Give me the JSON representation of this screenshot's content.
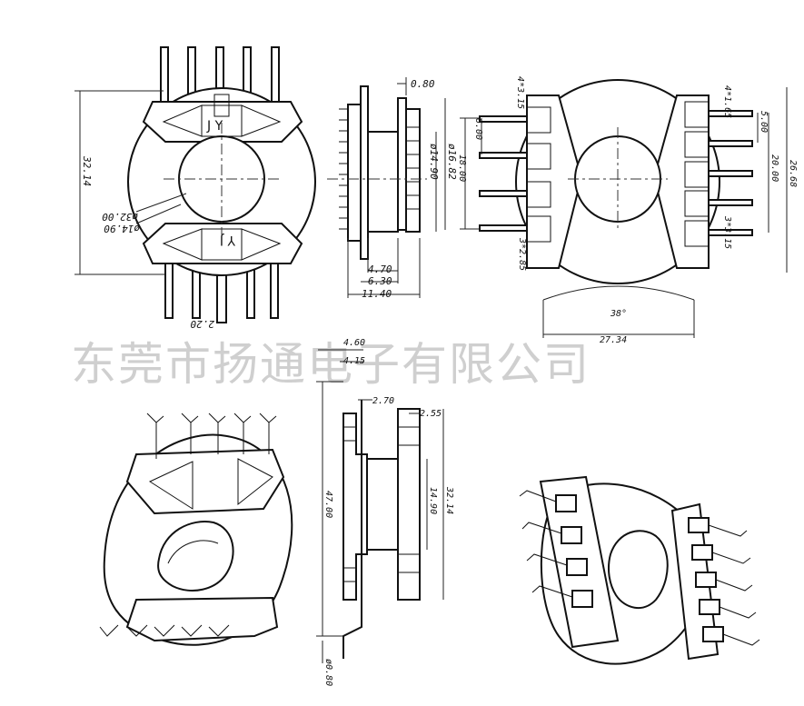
{
  "watermark": "东莞市扬通电子有限公司",
  "front_view": {
    "height_dim": "32.14",
    "outer_dia": "ø32.00",
    "inner_dia": "ø14.90",
    "pin_dim": "2.20",
    "mark_top": "J Y",
    "mark_bottom": "Y J"
  },
  "side_view": {
    "top_dim": "0.80",
    "dia_outer": "ø16.82",
    "dia_inner": "ø14.90",
    "w1": "4.70",
    "w2": "6.30",
    "w3": "11.40"
  },
  "bottom_view": {
    "pitch_left": "4*3.15",
    "pitch_right": "4*1.65",
    "dim_6": "6.00",
    "dim_18": "18.00",
    "dim_5": "5.00",
    "dim_20": "20.00",
    "dim_26": "26.68",
    "left_low": "3*2.85",
    "right_low": "3*3.15",
    "angle": "38°",
    "width": "27.34"
  },
  "section_view": {
    "d1": "4.60",
    "d2": "4.15",
    "d3": "2.70",
    "d4": "2.55",
    "h_total": "47.00",
    "h_core": "14.90",
    "h_body": "32.14",
    "h_bottom": "ø0.80"
  }
}
